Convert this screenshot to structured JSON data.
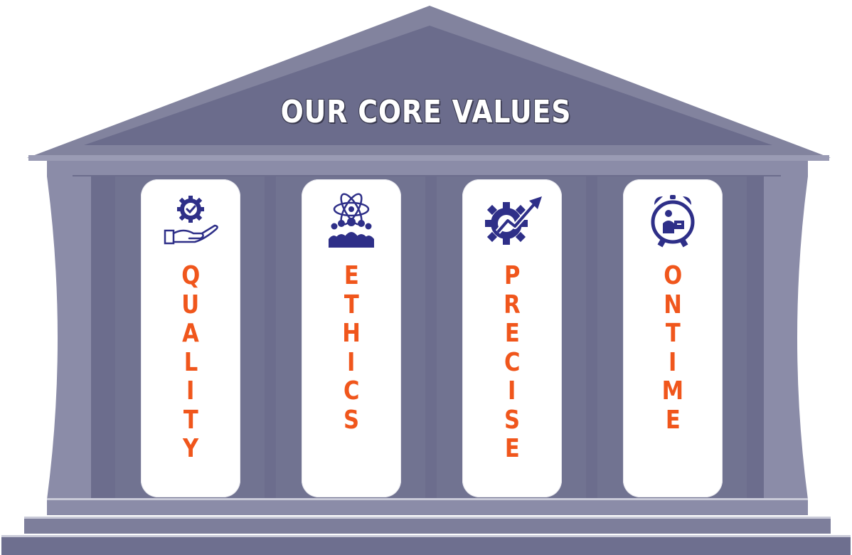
{
  "title": "OUR CORE VALUES",
  "colors": {
    "accent": "#f0561c",
    "icon": "#2e2f88",
    "building": "#6e6f8f",
    "building_light": "#8a8ba6"
  },
  "values": [
    {
      "word": "QUALITY",
      "icon": "hand-holding-gear-checkmark-icon"
    },
    {
      "word": "ETHICS",
      "icon": "team-atom-icon"
    },
    {
      "word": "PRECISE",
      "icon": "gear-growth-arrow-icon"
    },
    {
      "word": "ONTIME",
      "icon": "alarm-clock-delivery-icon"
    }
  ]
}
